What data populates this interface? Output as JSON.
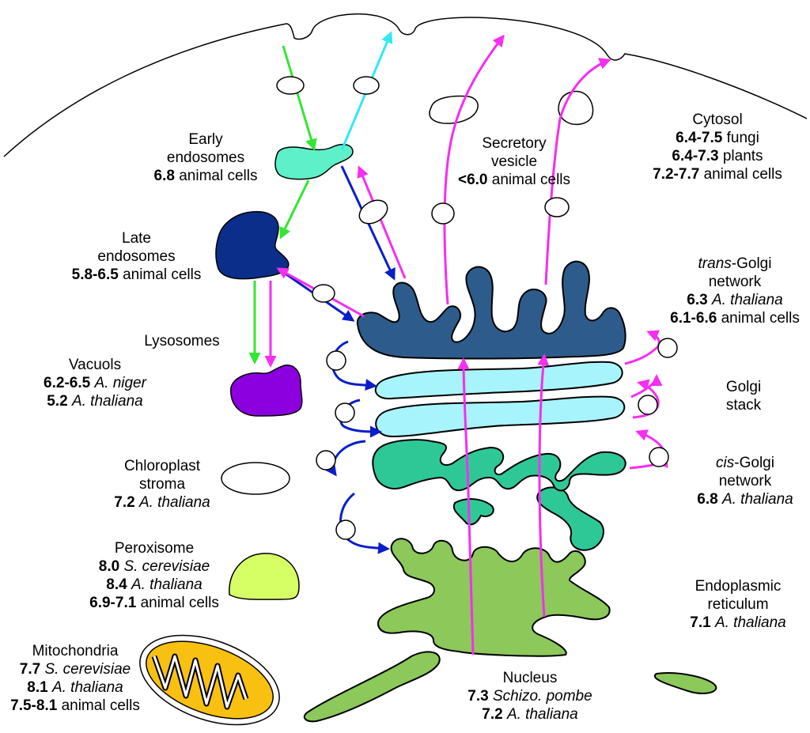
{
  "labels": {
    "early_endosomes": {
      "name": [
        "Early",
        "endosomes"
      ],
      "ph": [
        {
          "value": "6.8",
          "org": "animal cells",
          "italic": false
        }
      ]
    },
    "late_endosomes": {
      "name": [
        "Late",
        "endosomes"
      ],
      "ph": [
        {
          "value": "5.8-6.5",
          "org": "animal cells",
          "italic": false
        }
      ]
    },
    "lysosomes": {
      "name": [
        "Lysosomes"
      ]
    },
    "vacuols": {
      "name": [
        "Vacuols"
      ],
      "ph": [
        {
          "value": "6.2-6.5",
          "org": "A. niger",
          "italic": true
        },
        {
          "value": "5.2",
          "org": "A. thaliana",
          "italic": true
        }
      ]
    },
    "chloroplast": {
      "name": [
        "Chloroplast",
        "stroma"
      ],
      "ph": [
        {
          "value": "7.2",
          "org": "A. thaliana",
          "italic": true
        }
      ]
    },
    "peroxisome": {
      "name": [
        "Peroxisome"
      ],
      "ph": [
        {
          "value": "8.0",
          "org": "S. cerevisiae",
          "italic": true
        },
        {
          "value": "8.4",
          "org": "A. thaliana",
          "italic": true
        },
        {
          "value": "6.9-7.1",
          "org": "animal cells",
          "italic": false
        }
      ]
    },
    "mitochondria": {
      "name": [
        "Mitochondria"
      ],
      "ph": [
        {
          "value": "7.7",
          "org": "S. cerevisiae",
          "italic": true
        },
        {
          "value": "8.1",
          "org": "A. thaliana",
          "italic": true
        },
        {
          "value": "7.5-8.1",
          "org": "animal cells",
          "italic": false
        }
      ]
    },
    "secretory": {
      "name": [
        "Secretory",
        "vesicle"
      ],
      "ph": [
        {
          "value": "<6.0",
          "org": "animal cells",
          "italic": false
        }
      ]
    },
    "cytosol": {
      "name": [
        "Cytosol"
      ],
      "ph": [
        {
          "value": "6.4-7.5",
          "org": "fungi",
          "italic": false
        },
        {
          "value": "6.4-7.3",
          "org": "plants",
          "italic": false
        },
        {
          "value": "7.2-7.7",
          "org": "animal cells",
          "italic": false
        }
      ]
    },
    "trans_golgi": {
      "name_italic_prefix": "trans",
      "name_rest": "-Golgi",
      "name2": "network",
      "ph": [
        {
          "value": "6.3",
          "org": "A. thaliana",
          "italic": true
        },
        {
          "value": "6.1-6.6",
          "org": "animal cells",
          "italic": false
        }
      ]
    },
    "golgi_stack": {
      "name": [
        "Golgi",
        "stack"
      ]
    },
    "cis_golgi": {
      "name_italic_prefix": "cis",
      "name_rest": "-Golgi",
      "name2": "network",
      "ph": [
        {
          "value": "6.8",
          "org": "A. thaliana",
          "italic": true
        }
      ]
    },
    "er": {
      "name": [
        "Endoplasmic",
        "reticulum"
      ],
      "ph": [
        {
          "value": "7.1",
          "org": "A. thaliana",
          "italic": true
        }
      ]
    },
    "nucleus": {
      "name": [
        "Nucleus"
      ],
      "ph": [
        {
          "value": "7.3",
          "org": "Schizo. pombe",
          "italic": true
        },
        {
          "value": "7.2",
          "org": "A. thaliana",
          "italic": true
        }
      ]
    }
  },
  "colors": {
    "early_endosome": "#5ef0c8",
    "late_endosome": "#0a2e8a",
    "lysosome": "#8c00e0",
    "trans_golgi": "#2d5c8c",
    "golgi_stack": "#a8f4fc",
    "cis_golgi": "#2ec896",
    "er": "#8cc85a",
    "peroxisome": "#d6ff66",
    "mitochondria": "#f8c010",
    "arrow_green": "#33e633",
    "arrow_cyan": "#33e8f5",
    "arrow_blue": "#0a1ec8",
    "arrow_magenta": "#f52ef0"
  }
}
